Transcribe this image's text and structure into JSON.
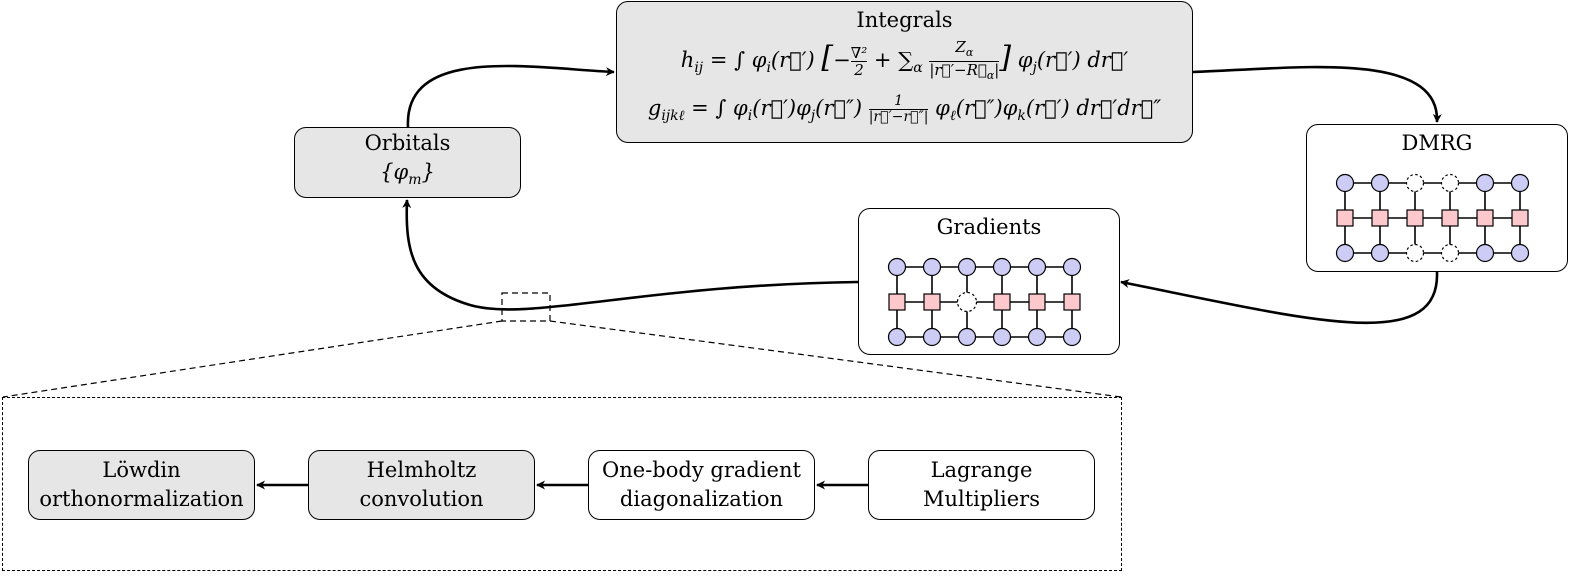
{
  "orbitals": {
    "title": "Orbitals",
    "symbol": "{φm}"
  },
  "integrals": {
    "title": "Integrals",
    "h_equation": "hij = ∫ φi(r⃗′) [−∇²/2 + ∑α Zα/|r⃗′−R⃗α|] φj(r⃗′) dr⃗′",
    "g_equation": "gijkℓ = ∫ φi(r⃗′)φj(r⃗″) 1/|r⃗′−r⃗″| φℓ(r⃗″)φk(r⃗′) dr⃗′dr⃗″"
  },
  "dmrg": {
    "title": "DMRG"
  },
  "gradients": {
    "title": "Gradients"
  },
  "pipeline": {
    "lowdin": {
      "line1": "Löwdin",
      "line2": "orthonormalization"
    },
    "helmholtz": {
      "line1": "Helmholtz",
      "line2": "convolution"
    },
    "onebody": {
      "line1": "One-body gradient",
      "line2": "diagonalization"
    },
    "lagrange": {
      "line1": "Lagrange",
      "line2": "Multipliers"
    }
  },
  "colors": {
    "box_grey": "#e6e6e6",
    "node_circle": "#ccccf5",
    "node_square": "#fcc8cc",
    "stroke": "#000000"
  }
}
